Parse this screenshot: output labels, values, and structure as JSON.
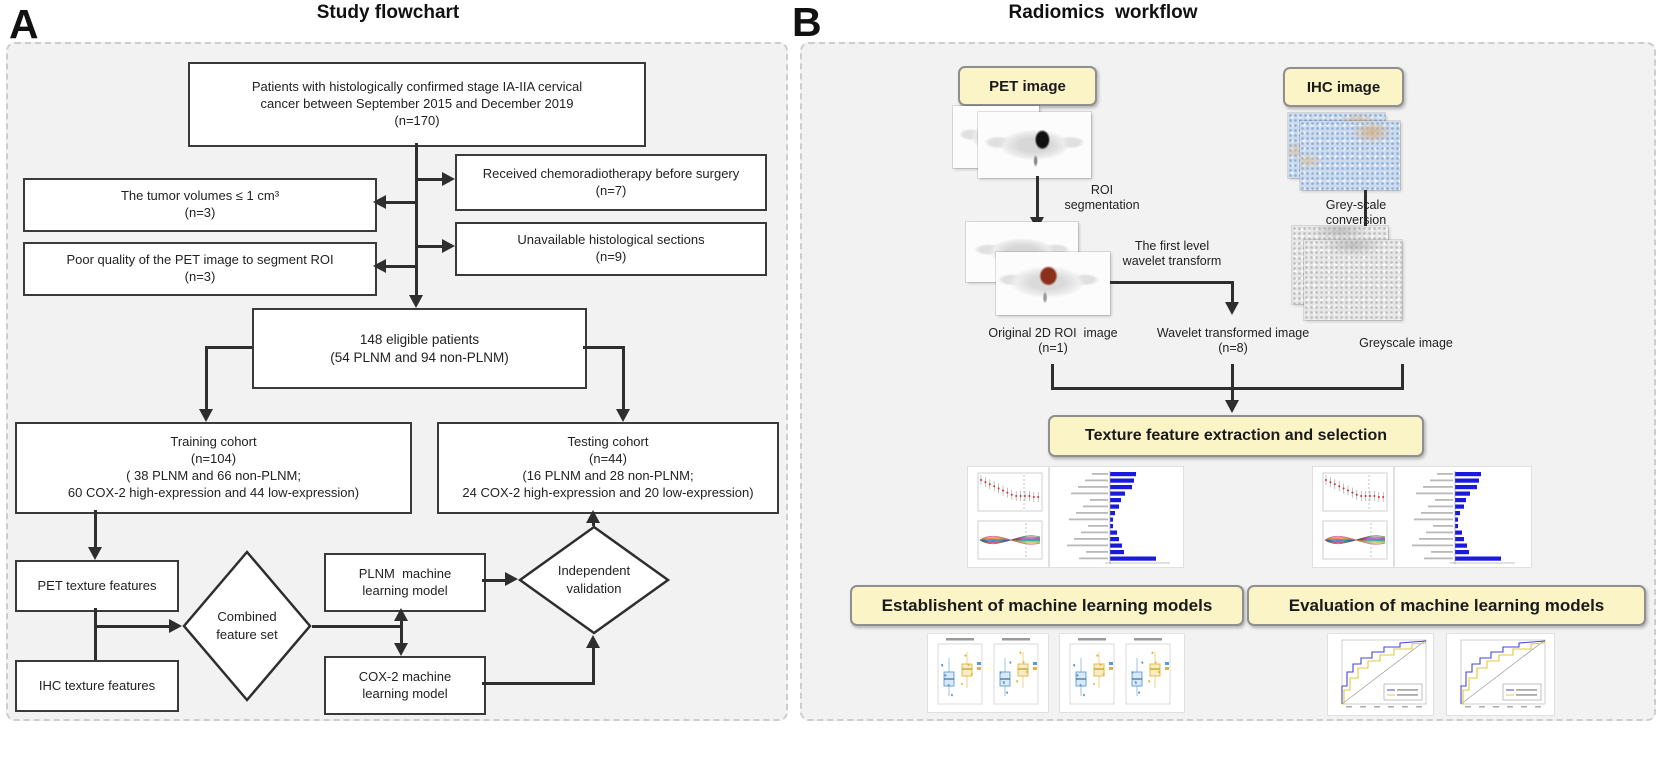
{
  "figure": {
    "panel_a_label": "A",
    "panel_a_title": "Study flowchart",
    "panel_b_label": "B",
    "panel_b_title": "Radiomics  workflow"
  },
  "flowchart": {
    "patients": [
      "Patients with histologically confirmed stage IA-IIA cervical",
      "cancer between September 2015 and December 2019",
      "(n=170)"
    ],
    "chemoradiotherapy": [
      "Received chemoradiotherapy before surgery",
      "(n=7)"
    ],
    "tumor_volume": [
      "The tumor volumes ≤ 1 cm³",
      "(n=3)"
    ],
    "unavailable_sections": [
      "Unavailable histological sections",
      "(n=9)"
    ],
    "poor_quality": [
      "Poor quality of the PET image to segment ROI",
      "(n=3)"
    ],
    "eligible": [
      "148 eligible patients",
      "(54 PLNM and 94 non-PLNM)"
    ],
    "training": [
      "Training cohort",
      "(n=104)",
      "( 38 PLNM and 66 non-PLNM;",
      "60 COX-2 high-expression and 44 low-expression)"
    ],
    "testing": [
      "Testing cohort",
      "(n=44)",
      "(16 PLNM and 28 non-PLNM;",
      "24 COX-2 high-expression and 20 low-expression)"
    ],
    "pet_features": [
      "PET texture features"
    ],
    "ihc_features": [
      "IHC texture features"
    ],
    "combined": [
      "Combined",
      "feature set"
    ],
    "plnm_model": [
      "PLNM  machine",
      "learning model"
    ],
    "cox2_model": [
      "COX-2 machine",
      "learning model"
    ],
    "validation": [
      "Independent",
      "validation"
    ]
  },
  "workflow": {
    "pet_tag": "PET image",
    "ihc_tag": "IHC image",
    "roi_segmentation": [
      "ROI",
      "segmentation"
    ],
    "wavelet_transform": [
      "The first level",
      "wavelet transform"
    ],
    "greyscale_conversion": [
      "Grey-scale",
      "conversion"
    ],
    "original_roi": [
      "Original 2D ROI  image",
      "(n=1)"
    ],
    "wavelet_image": [
      "Wavelet transformed image",
      "(n=8)"
    ],
    "greyscale_image": "Greyscale image",
    "texture_tag": "Texture feature extraction and selection",
    "establish_tag": "Establishent of machine learning models",
    "evaluate_tag": "Evaluation of machine learning models"
  },
  "colors": {
    "tag_yellow": "#faf4c6",
    "panel_grey": "#f2f2f2",
    "line": "#2e2e2e",
    "bar_blue": "#1a1adf",
    "roc_blue": "#4646d8",
    "roc_yellow": "#e0c83c",
    "scatter_blue": "#5b9bd5",
    "scatter_yellow": "#e0b63a",
    "roi_red": "#8c2f1b"
  }
}
